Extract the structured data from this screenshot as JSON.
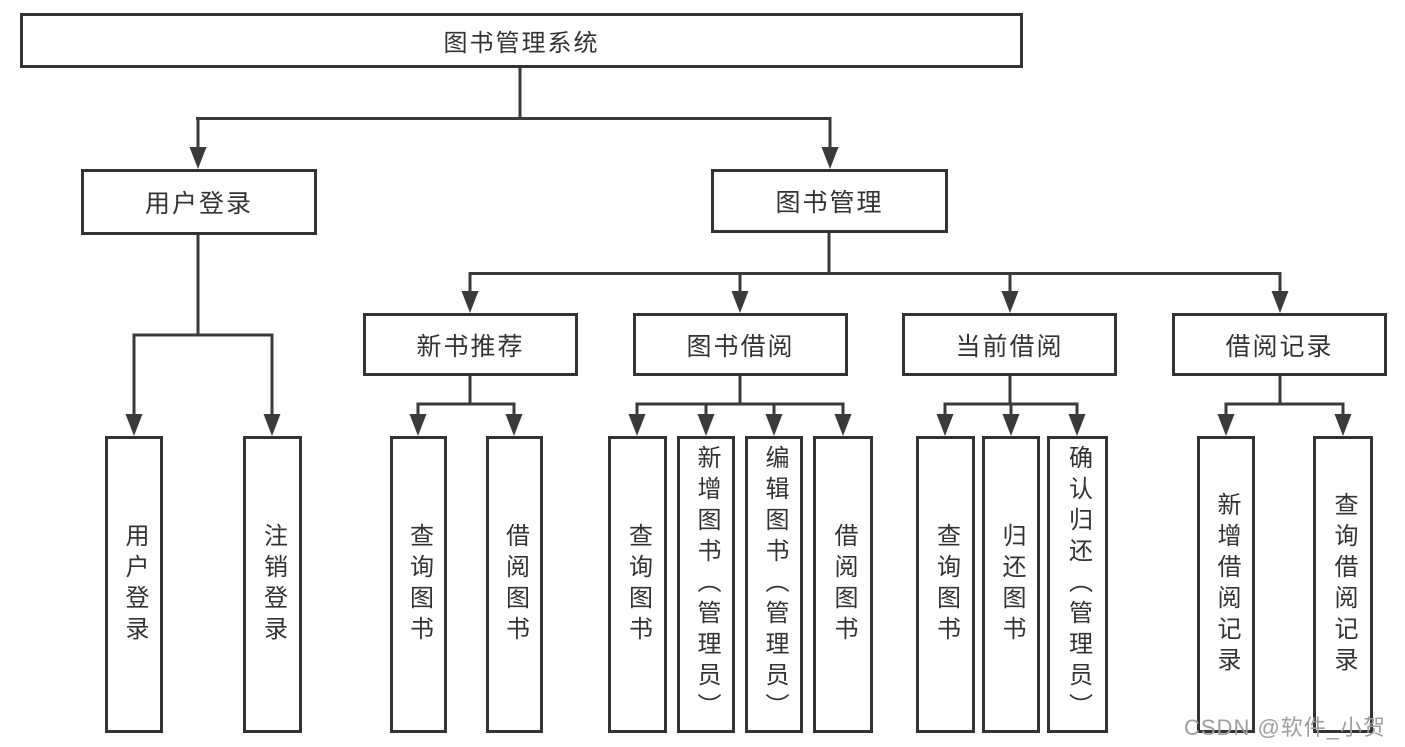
{
  "diagram": {
    "root": {
      "label": "图书管理系统"
    },
    "user_login": {
      "label": "用户登录",
      "children": {
        "login": "用户登录",
        "logout": "注销登录"
      }
    },
    "book_mgmt": {
      "label": "图书管理",
      "new_book_rec": {
        "label": "新书推荐",
        "children": {
          "query": "查询图书",
          "borrow": "借阅图书"
        }
      },
      "book_borrow": {
        "label": "图书借阅",
        "children": {
          "query": "查询图书",
          "add": "新增图书（管理员）",
          "edit": "编辑图书（管理员）",
          "borrow": "借阅图书"
        }
      },
      "current_borrow": {
        "label": "当前借阅",
        "children": {
          "query": "查询图书",
          "return": "归还图书",
          "confirm": "确认归还（管理员）"
        }
      },
      "borrow_records": {
        "label": "借阅记录",
        "children": {
          "add": "新增借阅记录",
          "query": "查询借阅记录"
        }
      }
    }
  },
  "watermark": {
    "text": "CSDN @软件_小贺同学"
  },
  "colors": {
    "line": "#3a3a3a",
    "box_border": "#333333",
    "box_bg": "#ffffff",
    "text": "#333333",
    "page_bg": "#ffffff",
    "watermark": "#9e9e9e"
  }
}
